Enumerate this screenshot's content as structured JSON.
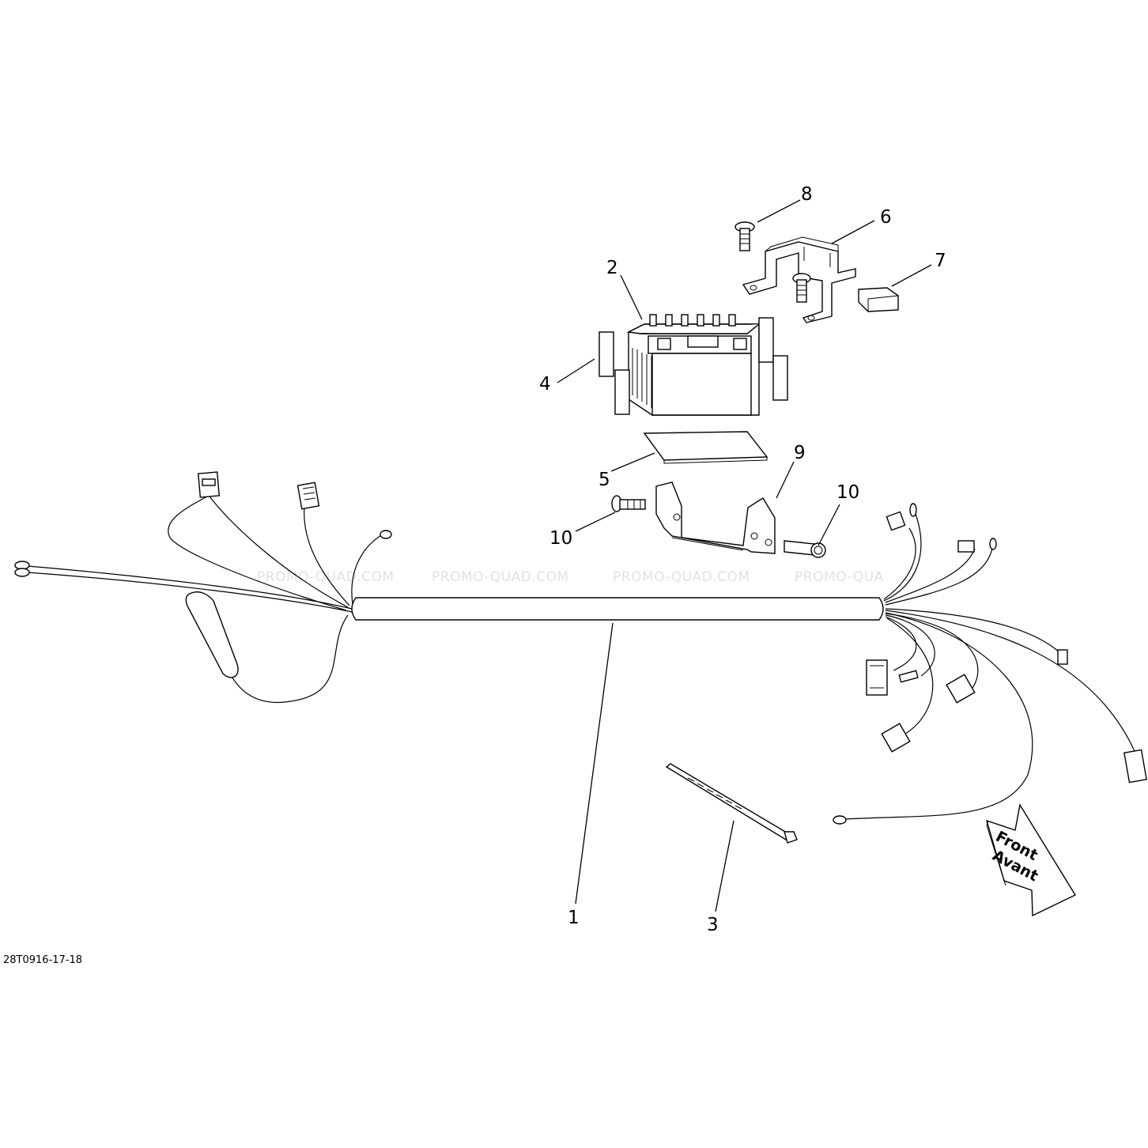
{
  "diagram": {
    "reference_code": "28T0916-17-18",
    "watermarks": [
      "PROMO-QUAD.COM",
      "PROMO-QUAD.COM",
      "PROMO-QUAD.COM",
      "PROMO-QUA"
    ],
    "direction_arrow": {
      "line1": "Front",
      "line2": "Avant"
    },
    "callouts": [
      {
        "id": "1",
        "label": "1"
      },
      {
        "id": "2",
        "label": "2"
      },
      {
        "id": "3",
        "label": "3"
      },
      {
        "id": "4",
        "label": "4"
      },
      {
        "id": "5",
        "label": "5"
      },
      {
        "id": "6",
        "label": "6"
      },
      {
        "id": "7",
        "label": "7"
      },
      {
        "id": "8",
        "label": "8"
      },
      {
        "id": "9",
        "label": "9"
      },
      {
        "id": "10a",
        "label": "10"
      },
      {
        "id": "10b",
        "label": "10"
      }
    ]
  }
}
